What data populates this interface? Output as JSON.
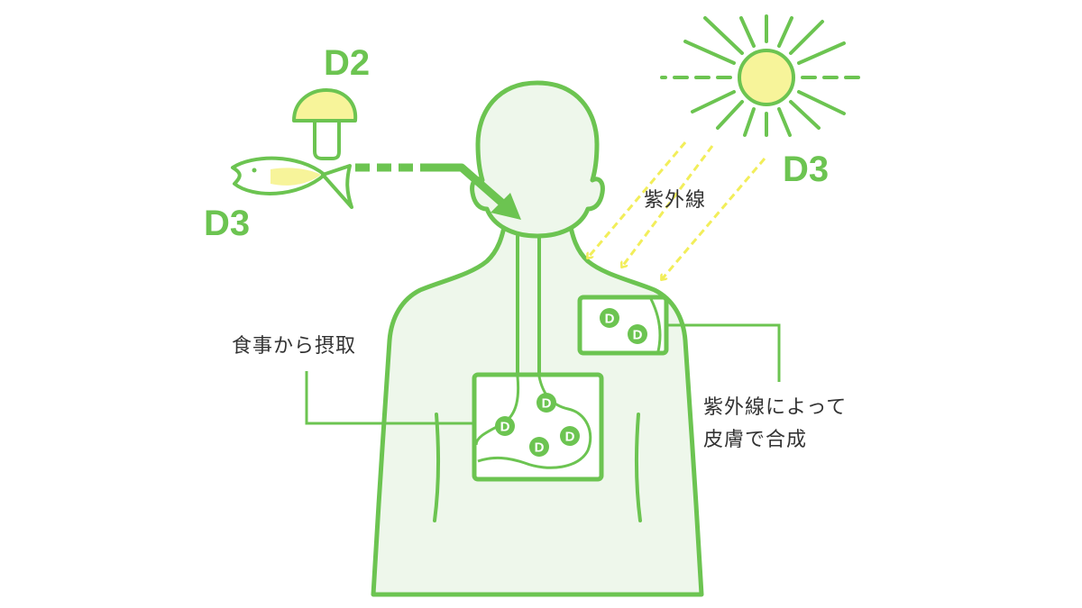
{
  "colors": {
    "outline": "#6cc451",
    "body_fill": "#eef7eb",
    "sun_fill": "#f7f49a",
    "uv_ray": "#f2ee5a",
    "text": "#333333",
    "white": "#ffffff"
  },
  "labels": {
    "mushroom_vitamin": "D2",
    "fish_vitamin": "D3",
    "sun_vitamin": "D3",
    "uv": "紫外線",
    "diet_intake": "食事から摂取",
    "skin_synthesis_line1": "紫外線によって",
    "skin_synthesis_line2": "皮膚で合成"
  },
  "molecule_letter": "D",
  "icons": [
    "mushroom-icon",
    "fish-icon",
    "sun-icon",
    "intake-arrow-icon",
    "uv-ray-arrow-icon"
  ]
}
